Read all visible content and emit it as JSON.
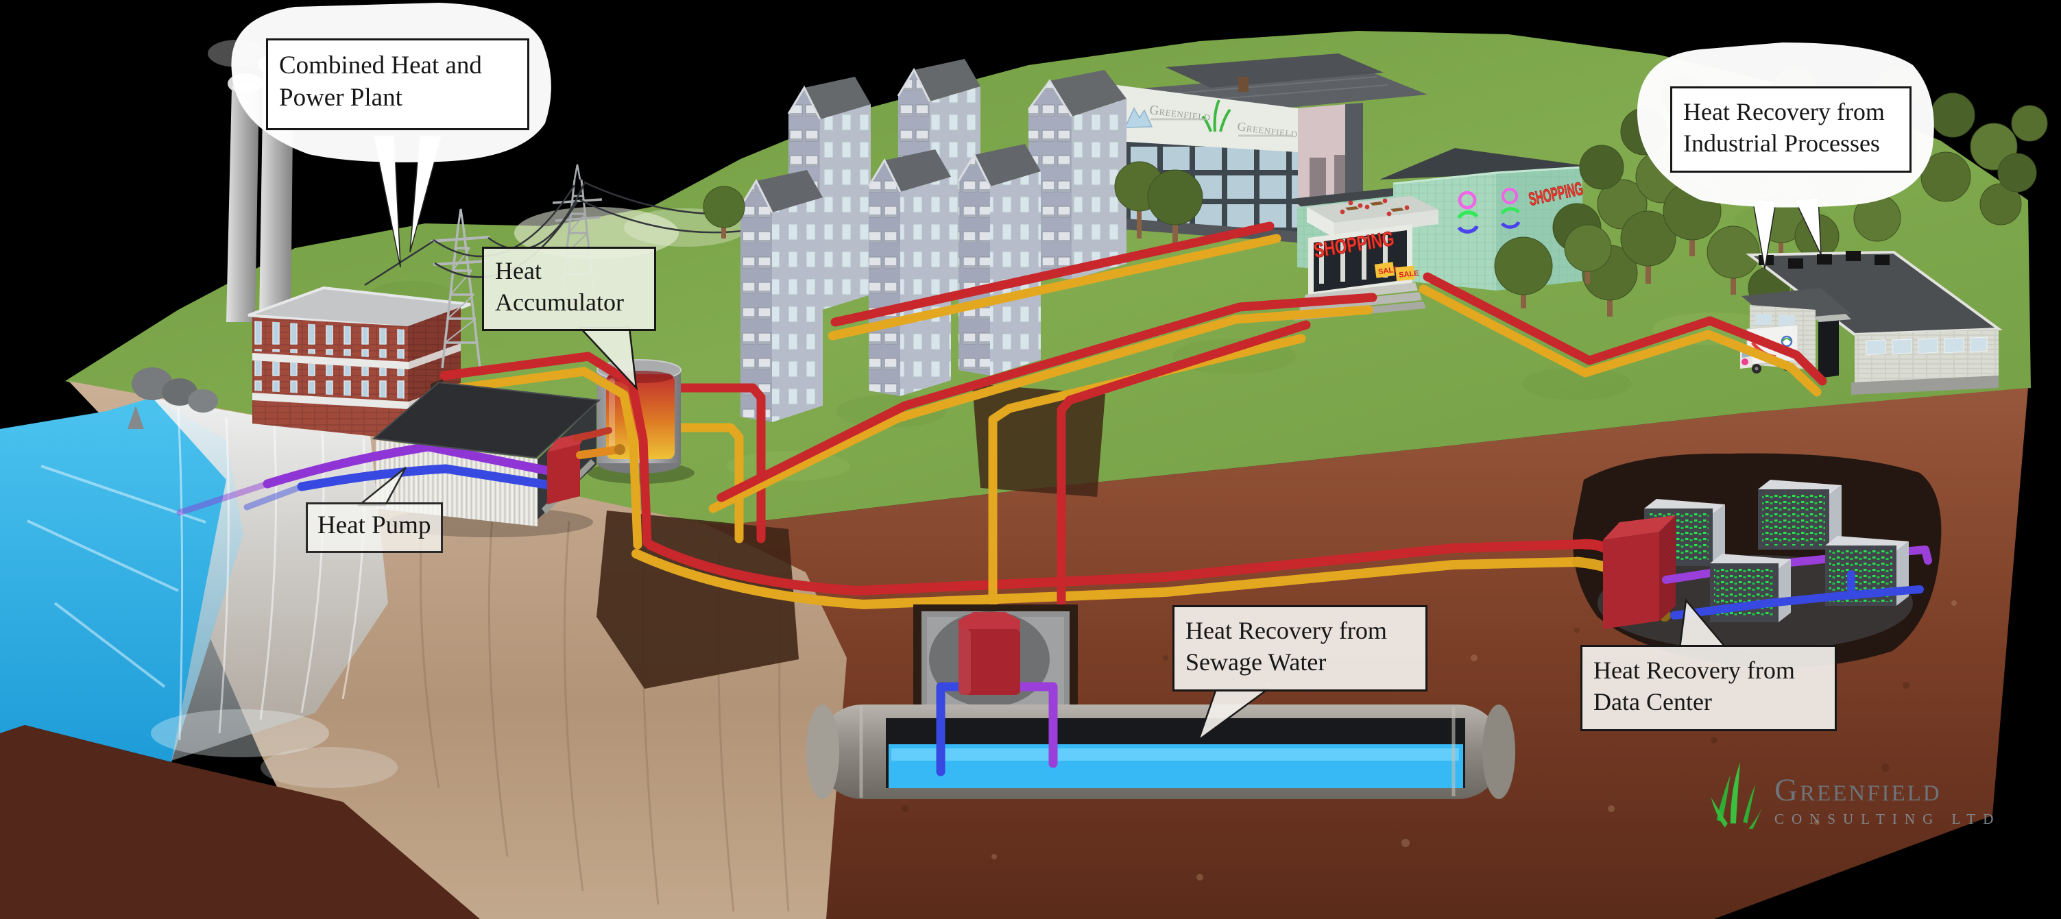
{
  "scene": {
    "description_domain": "district-heating-system-illustration",
    "callouts": {
      "chp": {
        "text": "Combined Heat and Power Plant"
      },
      "heat_accumulator": {
        "text": "Heat Accumulator"
      },
      "heat_pump": {
        "text": "Heat Pump"
      },
      "industrial": {
        "text": "Heat Recovery from Industrial Processes"
      },
      "sewage": {
        "text": "Heat Recovery from Sewage Water"
      },
      "data_center": {
        "text": "Heat Recovery from Data Center"
      }
    },
    "signs": {
      "shopping_front": "SHOPPING",
      "shopping_side": "SHOPPING",
      "sale_a": "SALE",
      "sale_b": "SALE",
      "office_band_1": "Greenfield",
      "office_band_2": "Greenfield"
    },
    "logo": {
      "name": "Greenfield",
      "subtitle": "Consulting Ltd"
    },
    "colors": {
      "background": "#000000",
      "supply_pipe_red": "#c8272c",
      "return_pipe_yellow": "#e3a820",
      "source_pipe_purple": "#9a3fd9",
      "source_pipe_blue": "#3749e0",
      "water": "#35b5e8",
      "grass": "#7ca64b",
      "soil": "#8a4a33",
      "sign_red": "#e8392f",
      "logo_gray": "#6e747b",
      "logo_green": "#3bc13f"
    }
  }
}
